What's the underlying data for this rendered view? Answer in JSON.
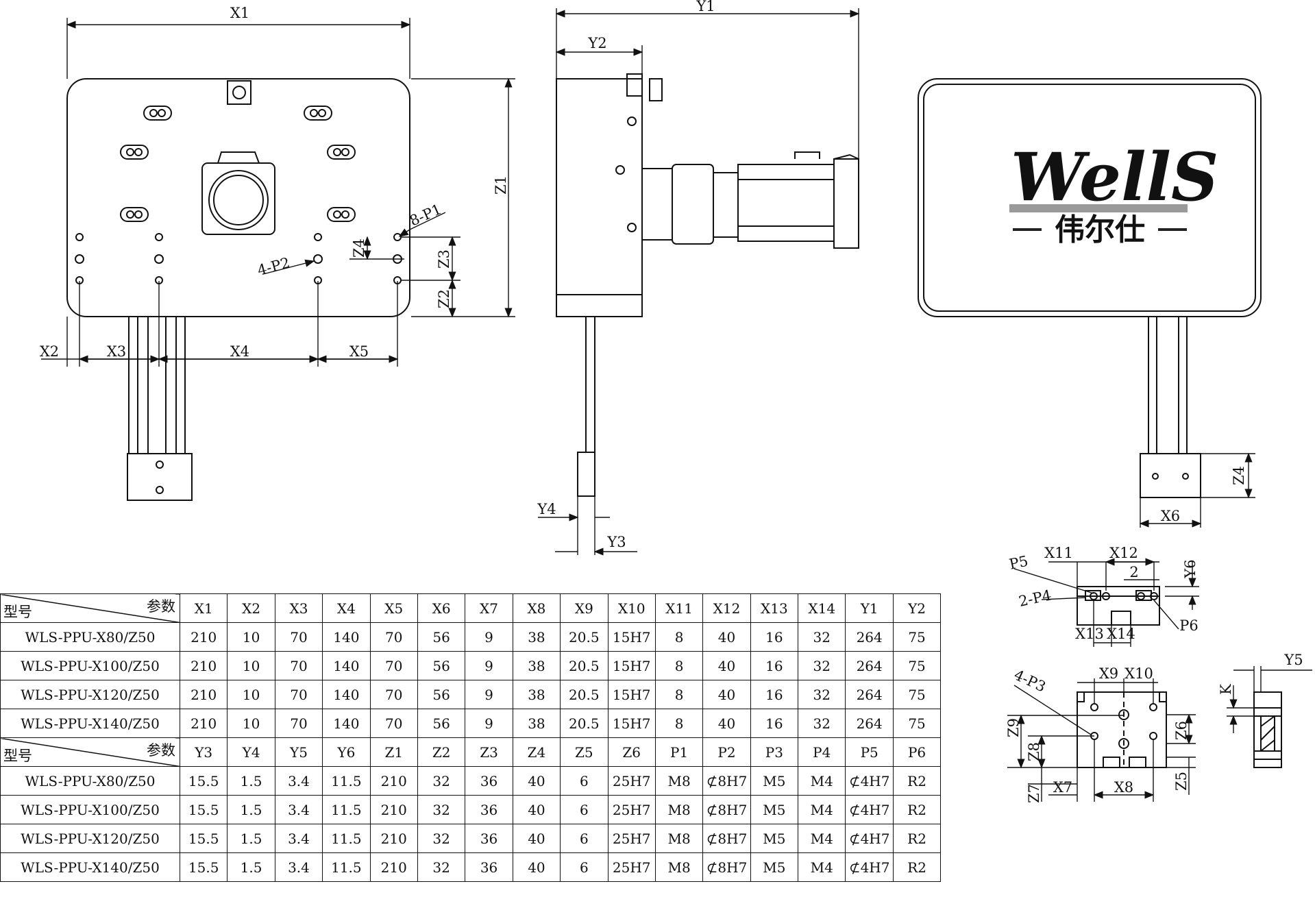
{
  "brand": {
    "logo_text": "WellS",
    "company": "伟尔仕"
  },
  "dimensions": {
    "front": [
      "X1",
      "X2",
      "X3",
      "X4",
      "X5",
      "Z1",
      "Z2",
      "Z3",
      "Z4",
      "8-P1",
      "4-P2"
    ],
    "side": [
      "Y1",
      "Y2",
      "Y3",
      "Y4"
    ],
    "back": [
      "X6",
      "Z4"
    ],
    "detail_top": [
      "X11",
      "X12",
      "2",
      "Y6",
      "P5",
      "2-P4",
      "X13",
      "X14",
      "P6"
    ],
    "detail_bottom": [
      "X9",
      "X10",
      "4-P3",
      "Z9",
      "Z8",
      "Z7",
      "X7",
      "X8",
      "Z6",
      "Z5"
    ],
    "detail_side": [
      "Y5",
      "K"
    ]
  },
  "table": {
    "corner_top": "参数",
    "corner_bottom": "型号",
    "header1": [
      "X1",
      "X2",
      "X3",
      "X4",
      "X5",
      "X6",
      "X7",
      "X8",
      "X9",
      "X10",
      "X11",
      "X12",
      "X13",
      "X14",
      "Y1",
      "Y2"
    ],
    "rows1": [
      {
        "model": "WLS-PPU-X80/Z50",
        "values": [
          "210",
          "10",
          "70",
          "140",
          "70",
          "56",
          "9",
          "38",
          "20.5",
          "15H7",
          "8",
          "40",
          "16",
          "32",
          "264",
          "75"
        ]
      },
      {
        "model": "WLS-PPU-X100/Z50",
        "values": [
          "210",
          "10",
          "70",
          "140",
          "70",
          "56",
          "9",
          "38",
          "20.5",
          "15H7",
          "8",
          "40",
          "16",
          "32",
          "264",
          "75"
        ]
      },
      {
        "model": "WLS-PPU-X120/Z50",
        "values": [
          "210",
          "10",
          "70",
          "140",
          "70",
          "56",
          "9",
          "38",
          "20.5",
          "15H7",
          "8",
          "40",
          "16",
          "32",
          "264",
          "75"
        ]
      },
      {
        "model": "WLS-PPU-X140/Z50",
        "values": [
          "210",
          "10",
          "70",
          "140",
          "70",
          "56",
          "9",
          "38",
          "20.5",
          "15H7",
          "8",
          "40",
          "16",
          "32",
          "264",
          "75"
        ]
      }
    ],
    "header2": [
      "Y3",
      "Y4",
      "Y5",
      "Y6",
      "Z1",
      "Z2",
      "Z3",
      "Z4",
      "Z5",
      "Z6",
      "P1",
      "P2",
      "P3",
      "P4",
      "P5",
      "P6"
    ],
    "rows2": [
      {
        "model": "WLS-PPU-X80/Z50",
        "values": [
          "15.5",
          "1.5",
          "3.4",
          "11.5",
          "210",
          "32",
          "36",
          "40",
          "6",
          "25H7",
          "M8",
          "⊄8H7",
          "M5",
          "M4",
          "⊄4H7",
          "R2"
        ]
      },
      {
        "model": "WLS-PPU-X100/Z50",
        "values": [
          "15.5",
          "1.5",
          "3.4",
          "11.5",
          "210",
          "32",
          "36",
          "40",
          "6",
          "25H7",
          "M8",
          "⊄8H7",
          "M5",
          "M4",
          "⊄4H7",
          "R2"
        ]
      },
      {
        "model": "WLS-PPU-X120/Z50",
        "values": [
          "15.5",
          "1.5",
          "3.4",
          "11.5",
          "210",
          "32",
          "36",
          "40",
          "6",
          "25H7",
          "M8",
          "⊄8H7",
          "M5",
          "M4",
          "⊄4H7",
          "R2"
        ]
      },
      {
        "model": "WLS-PPU-X140/Z50",
        "values": [
          "15.5",
          "1.5",
          "3.4",
          "11.5",
          "210",
          "32",
          "36",
          "40",
          "6",
          "25H7",
          "M8",
          "⊄8H7",
          "M5",
          "M4",
          "⊄4H7",
          "R2"
        ]
      }
    ]
  }
}
